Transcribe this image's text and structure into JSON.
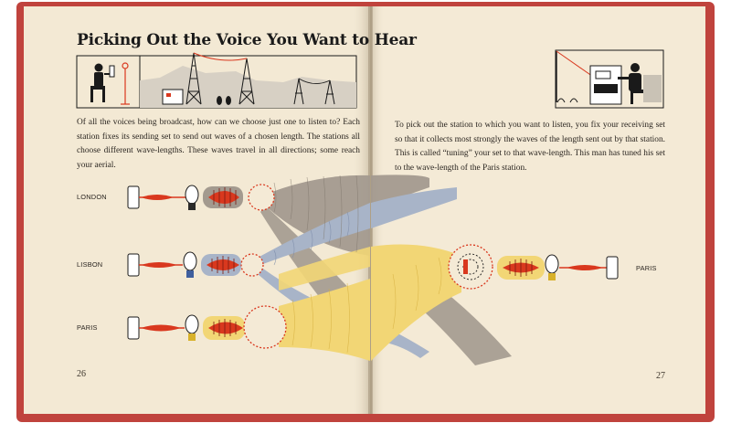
{
  "left_page": {
    "title": "Picking Out the Voice You Want to Hear",
    "paragraph": "Of all the voices being broadcast, how can we choose just one to listen to? Each station fixes its sending set to send out waves of a chosen length. The stations all choose different wave-lengths. These waves travel in all directions; some reach your aerial.",
    "page_number": "26"
  },
  "right_page": {
    "paragraph": "To pick out the station to which you want to listen, you fix your receiving set so that it collects most strongly the waves of the length sent out by that station. This is called “tuning” your set to that wave-length. This man has tuned his set to the wave-length of the Paris station.",
    "page_number": "27"
  },
  "diagram": {
    "station_labels": [
      "LONDON",
      "LISBON",
      "PARIS"
    ],
    "receiver_label": "PARIS",
    "colors": {
      "page": "#f3e9d4",
      "cover": "#c0433d",
      "london_wave": "#a39a8f",
      "lisbon_wave": "#a8b4c8",
      "paris_wave": "#f2d675",
      "signal_red": "#d9381e",
      "lisbon_bulb": "#3f5f9e",
      "paris_bulb": "#d8b12a"
    }
  }
}
